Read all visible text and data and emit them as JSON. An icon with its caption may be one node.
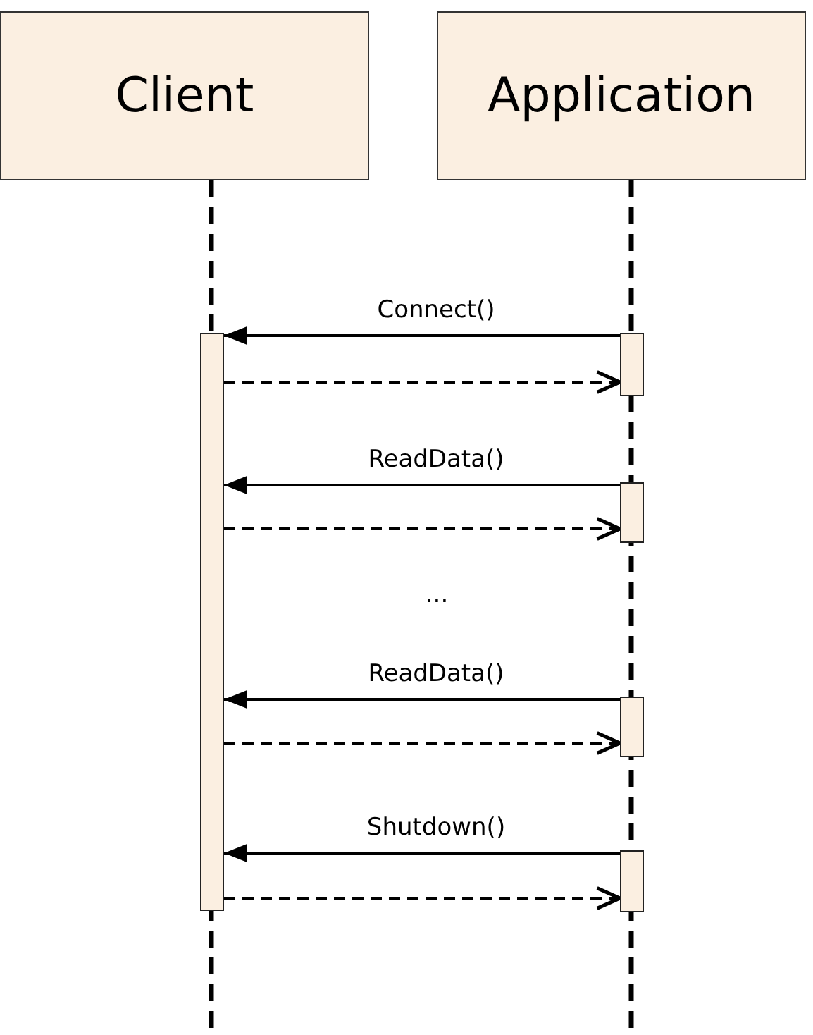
{
  "diagram": {
    "nodes": [
      {
        "text": [
          "Client"
        ]
      },
      {
        "text": [
          "Application"
        ]
      },
      {
        "text": [],
        "shape": "bar"
      },
      {
        "text": [],
        "shape": "bar"
      },
      {
        "text": [],
        "shape": "bar"
      },
      {
        "text": [],
        "shape": "bar"
      },
      {
        "text": [],
        "shape": "bar"
      }
    ],
    "edges": [
      {
        "from": 3,
        "to": 2,
        "arrow": "to",
        "label": "Connect()"
      },
      {
        "from": 2,
        "to": 3,
        "arrow": "to",
        "style": "dashed"
      },
      {
        "from": 4,
        "to": 2,
        "arrow": "to",
        "label": "ReadData()"
      },
      {
        "from": 2,
        "to": 4,
        "arrow": "to",
        "style": "dashed"
      },
      {
        "from": 5,
        "to": 2,
        "arrow": "to",
        "label": "ReadData()"
      },
      {
        "from": 2,
        "to": 5,
        "arrow": "to",
        "style": "dashed"
      },
      {
        "from": 6,
        "to": 2,
        "arrow": "to",
        "label": "Shutdown()"
      },
      {
        "from": 2,
        "to": 6,
        "arrow": "to",
        "style": "dashed"
      }
    ],
    "labels": [
      "..."
    ]
  }
}
